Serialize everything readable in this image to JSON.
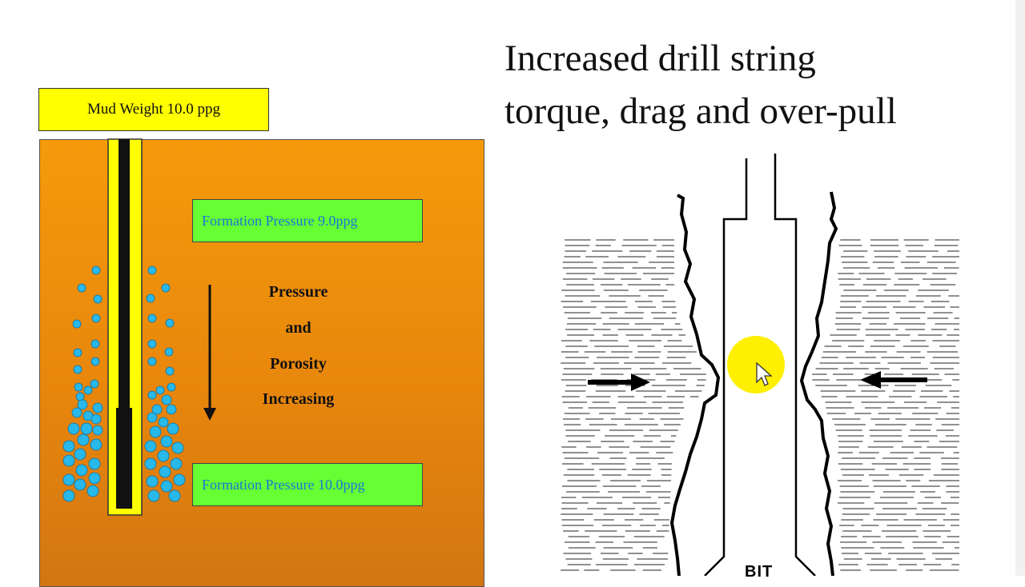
{
  "left_diagram": {
    "mud_weight_label": "Mud Weight 10.0 ppg",
    "formation_pressure_top": "Formation Pressure 9.0ppg",
    "formation_pressure_bottom": "Formation Pressure 10.0ppg",
    "trend_lines": [
      "Pressure",
      "and",
      "Porosity",
      "Increasing"
    ]
  },
  "right_diagram": {
    "title_line1": "Increased drill string",
    "title_line2": "torque, drag and over-pull",
    "bit_label": "BIT"
  },
  "colors": {
    "formation": "#f59a0b",
    "mud_box": "#ffff00",
    "pressure_box": "#66ff33",
    "pressure_text": "#1a74d6",
    "bubbles": "#29b8ea",
    "cursor_highlight": "#ffef00"
  },
  "cursor": {
    "icon": "mouse-pointer-icon"
  }
}
